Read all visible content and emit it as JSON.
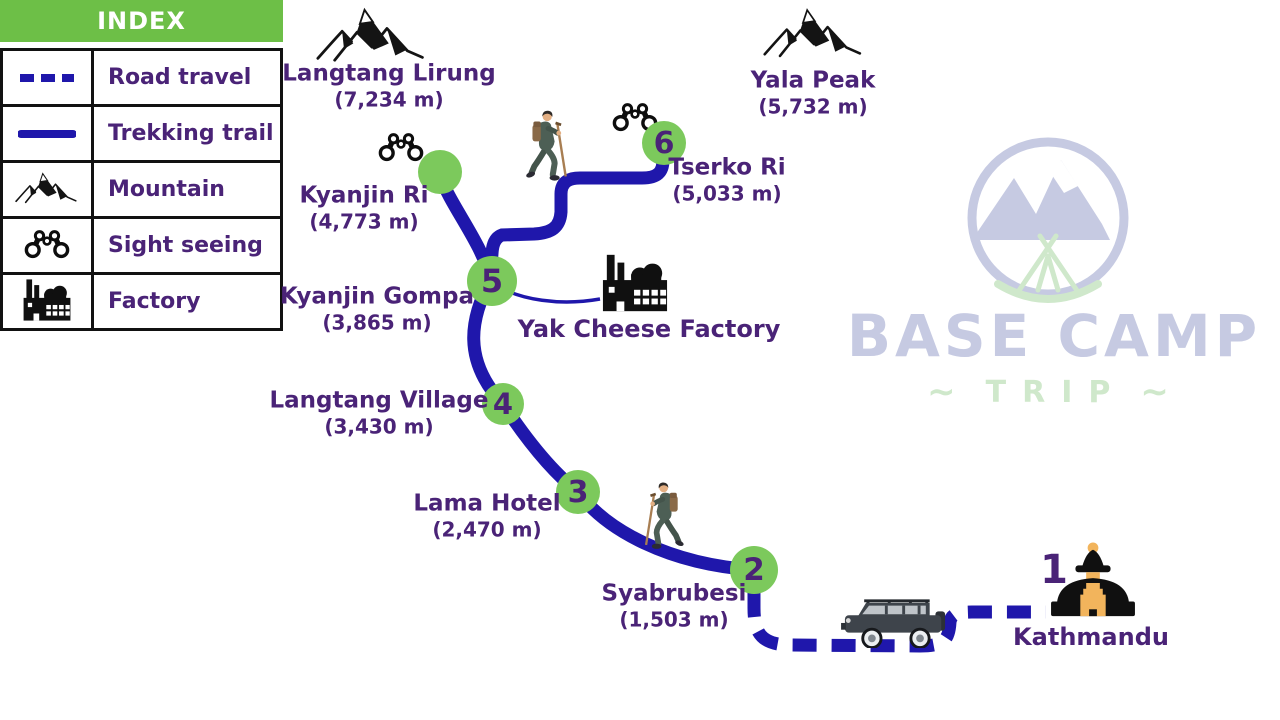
{
  "legend": {
    "title": "INDEX",
    "items": [
      {
        "icon": "road-dashed-icon",
        "label": "Road travel"
      },
      {
        "icon": "trail-solid-icon",
        "label": "Trekking trail"
      },
      {
        "icon": "mountain-icon",
        "label": "Mountain"
      },
      {
        "icon": "binoculars-icon",
        "label": "Sight seeing"
      },
      {
        "icon": "factory-icon",
        "label": "Factory"
      }
    ]
  },
  "stops": [
    {
      "number": "1",
      "name": "Kathmandu"
    },
    {
      "number": "2",
      "name": "Syabrubesi",
      "elevation": "(1,503 m)"
    },
    {
      "number": "3",
      "name": "Lama Hotel",
      "elevation": "(2,470 m)"
    },
    {
      "number": "4",
      "name": "Langtang Village",
      "elevation": "(3,430 m)"
    },
    {
      "number": "5",
      "name": "Kyanjin Gompa",
      "elevation": "(3,865 m)"
    },
    {
      "number": "6",
      "name": "Tserko Ri",
      "elevation": "(5,033 m)"
    }
  ],
  "viewpoints": [
    {
      "name": "Kyanjin Ri",
      "elevation": "(4,773 m)"
    }
  ],
  "peaks": [
    {
      "name": "Langtang Lirung",
      "elevation": "(7,234 m)"
    },
    {
      "name": "Yala Peak",
      "elevation": "(5,732 m)"
    }
  ],
  "poi": {
    "factory_label": "Yak Cheese Factory"
  },
  "logo": {
    "title": "BASE CAMP",
    "subtitle": "TRIP",
    "wave": "∼"
  },
  "colors": {
    "trail_blue": "#1f17ab",
    "marker_green": "#7cc95c",
    "header_green": "#6dbf47",
    "text_purple": "#4a2377",
    "logo_lavender": "#c6cae2",
    "logo_green": "#cfe8cb",
    "stupa_gold": "#f2b45c"
  }
}
